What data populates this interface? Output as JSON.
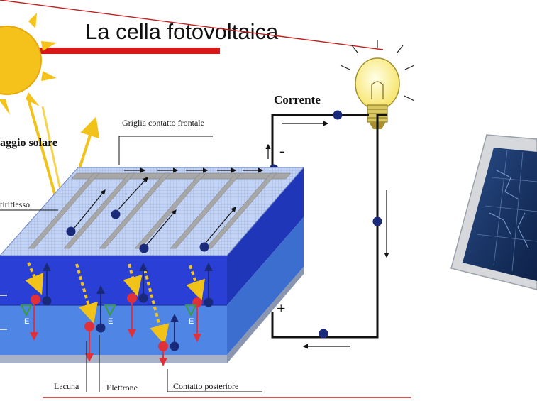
{
  "title": "La cella fotovoltaica",
  "labels": {
    "corrente": "Corrente",
    "raggio_solare": "aggio  solare",
    "griglia": "Griglia contatto frontale",
    "antiriflesso": "tiriflesso",
    "lacuna": "Lacuna",
    "elettrone": "Elettrone",
    "contatto_posteriore": "Contatto posteriore",
    "minus_sign": "-",
    "plus_sign": "+",
    "field_label": "E"
  },
  "colors": {
    "title_bar": "#d81818",
    "cell_top": "#b9cbef",
    "n_layer": "#2a3fd6",
    "p_layer": "#4f86e6",
    "wire": "#111111",
    "electron": "#1a2a7a",
    "hole": "#e0303a",
    "sun": "#f4c21a",
    "bulb": "#fff5a0"
  },
  "icons": [
    "sun-icon",
    "light-bulb-icon",
    "solar-panel-photo"
  ]
}
